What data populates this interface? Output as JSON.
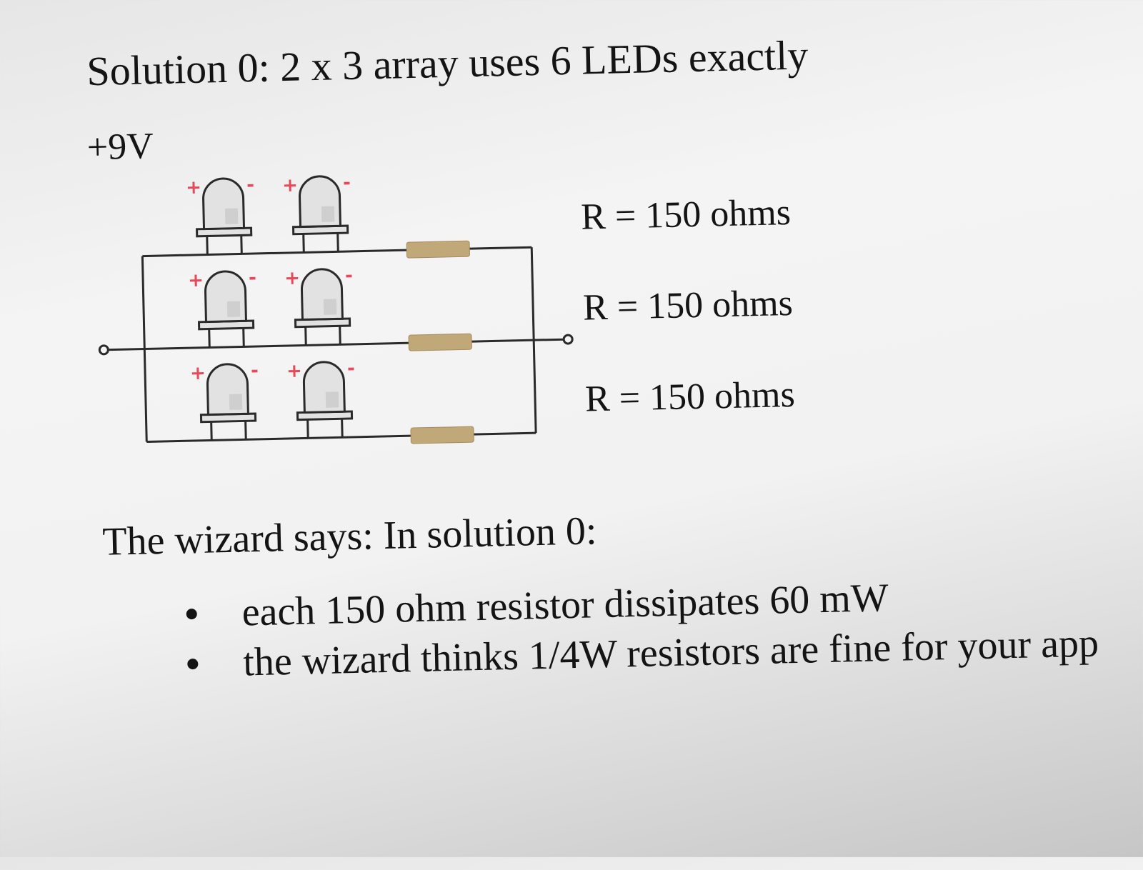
{
  "document": {
    "title": "Solution 0: 2 x 3 array uses 6 LEDs exactly",
    "voltage_label": "+9V",
    "resistor_values": [
      "R = 150 ohms",
      "R = 150 ohms",
      "R = 150 ohms"
    ],
    "wizard_intro": "The wizard says: In solution 0:",
    "bullets": [
      "each 150 ohm resistor dissipates 60 mW",
      "the wizard thinks 1/4W resistors are fine for your app"
    ]
  },
  "circuit": {
    "rows": 3,
    "leds_per_row": 2,
    "polarity_plus": "+",
    "polarity_minus": "-",
    "wire_color": "#2a2a2a",
    "resistor_color": "#c0a878",
    "polarity_color": "#e8485a",
    "led_color": "#e2e2e2"
  }
}
